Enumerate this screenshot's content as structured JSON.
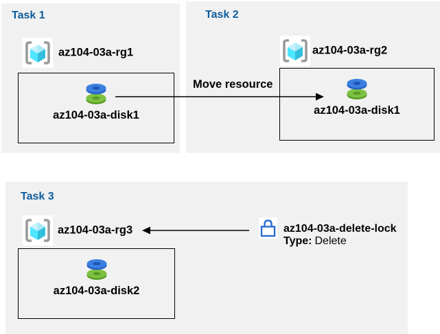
{
  "page": {
    "background": "#ffffff",
    "panel_background": "#f1f1f1"
  },
  "colors": {
    "task_title": "#0d5d9d",
    "label_text": "#000000",
    "box_border": "#000000",
    "arrow": "#000000",
    "lock_blue": "#2a6bd2",
    "disk_blue_top": "#3b7fe0",
    "disk_blue_rim": "#2361c6",
    "disk_blue_hole": "#1d55b4",
    "disk_green_top": "#7cc143",
    "disk_green_rim": "#569b22",
    "rg_bracket_gray": "#9a9a9a",
    "cube_top_left": "#c7f1fb",
    "cube_top_right": "#a9e9f8",
    "cube_left_face": "#50e6ff",
    "cube_right_face": "#32bedd"
  },
  "tasks": {
    "task1": {
      "title": "Task 1",
      "resource_group": "az104-03a-rg1",
      "disk": "az104-03a-disk1"
    },
    "task2": {
      "title": "Task 2",
      "resource_group": "az104-03a-rg2",
      "disk": "az104-03a-disk1"
    },
    "task3": {
      "title": "Task 3",
      "resource_group": "az104-03a-rg3",
      "disk": "az104-03a-disk2"
    }
  },
  "arrows": {
    "move": {
      "label": "Move resource",
      "direction": "left-to-right"
    },
    "delete_lock": {
      "direction": "right-to-left"
    }
  },
  "lock": {
    "name": "az104-03a-delete-lock",
    "type_label": "Type:",
    "type_value": "Delete"
  },
  "icons": {
    "resource_group": "resource-group-icon (gray brackets with cyan cube)",
    "disk": "disk-icon (blue disk stacked on green disk)",
    "lock": "lock-icon (blue outlined padlock)"
  }
}
